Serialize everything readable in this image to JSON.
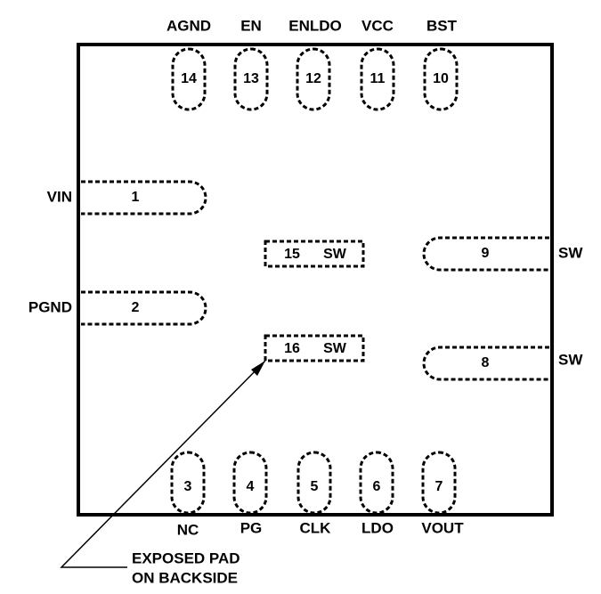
{
  "pins": {
    "p1": {
      "number": "1",
      "name": "VIN"
    },
    "p2": {
      "number": "2",
      "name": "PGND"
    },
    "p3": {
      "number": "3",
      "name": "NC"
    },
    "p4": {
      "number": "4",
      "name": "PG"
    },
    "p5": {
      "number": "5",
      "name": "CLK"
    },
    "p6": {
      "number": "6",
      "name": "LDO"
    },
    "p7": {
      "number": "7",
      "name": "VOUT"
    },
    "p8": {
      "number": "8",
      "name": "SW"
    },
    "p9": {
      "number": "9",
      "name": "SW"
    },
    "p10": {
      "number": "10",
      "name": "BST"
    },
    "p11": {
      "number": "11",
      "name": "VCC"
    },
    "p12": {
      "number": "12",
      "name": "ENLDO"
    },
    "p13": {
      "number": "13",
      "name": "EN"
    },
    "p14": {
      "number": "14",
      "name": "AGND"
    },
    "p15": {
      "number": "15",
      "name": "SW"
    },
    "p16": {
      "number": "16",
      "name": "SW"
    }
  },
  "callout": {
    "line1": "EXPOSED PAD",
    "line2": "ON BACKSIDE"
  }
}
